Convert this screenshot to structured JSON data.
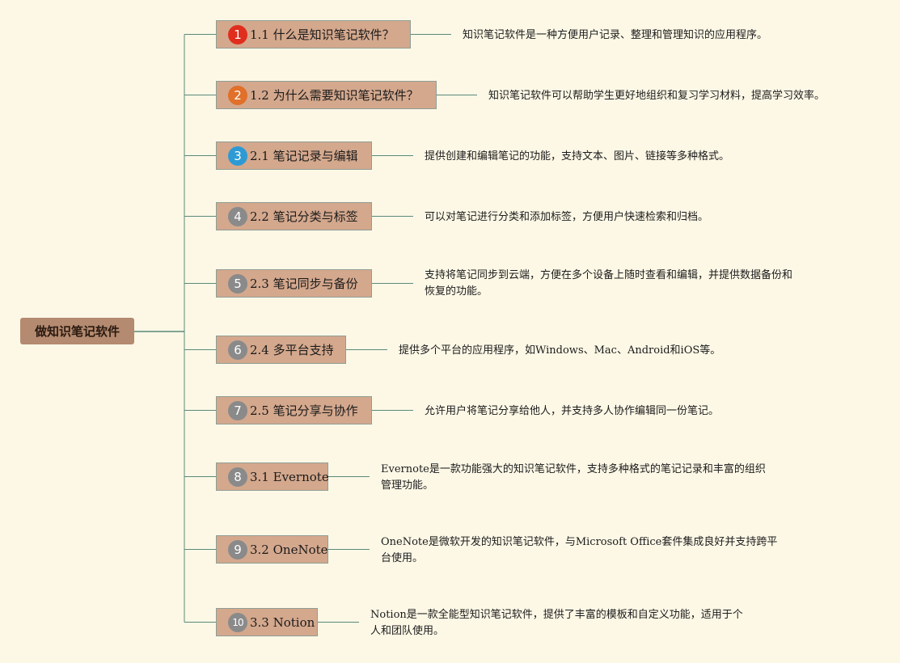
{
  "root": {
    "label": "做知识笔记软件"
  },
  "colors": {
    "background": "#fdf8e6",
    "root_fill": "#b48a70",
    "branch_fill": "#d4a88d",
    "line": "#5a8a7a"
  },
  "nodes": [
    {
      "number": "1",
      "badge_color": "#e02e1e",
      "label": "1.1 什么是知识笔记软件？",
      "description": [
        "知识笔记软件是一种方便用户记录、整理和管理知识的应用程序。"
      ]
    },
    {
      "number": "2",
      "badge_color": "#e0702a",
      "label": "1.2 为什么需要知识笔记软件？",
      "description": [
        "知识笔记软件可以帮助学生更好地组织和复习学习材料，提高学习效率。"
      ]
    },
    {
      "number": "3",
      "badge_color": "#2e9ad4",
      "label": "2.1 笔记记录与编辑",
      "description": [
        "提供创建和编辑笔记的功能，支持文本、图片、链接等多种格式。"
      ]
    },
    {
      "number": "4",
      "badge_color": "#8a8a8a",
      "label": "2.2 笔记分类与标签",
      "description": [
        "可以对笔记进行分类和添加标签，方便用户快速检索和归档。"
      ]
    },
    {
      "number": "5",
      "badge_color": "#8a8a8a",
      "label": "2.3 笔记同步与备份",
      "description": [
        "支持将笔记同步到云端，方便在多个设备上随时查看和编辑，并提供数据备份和",
        "恢复的功能。"
      ]
    },
    {
      "number": "6",
      "badge_color": "#8a8a8a",
      "label": "2.4 多平台支持",
      "description": [
        "提供多个平台的应用程序，如Windows、Mac、Android和iOS等。"
      ]
    },
    {
      "number": "7",
      "badge_color": "#8a8a8a",
      "label": "2.5 笔记分享与协作",
      "description": [
        "允许用户将笔记分享给他人，并支持多人协作编辑同一份笔记。"
      ]
    },
    {
      "number": "8",
      "badge_color": "#8a8a8a",
      "label": "3.1 Evernote",
      "description": [
        "Evernote是一款功能强大的知识笔记软件，支持多种格式的笔记记录和丰富的组织",
        "管理功能。"
      ]
    },
    {
      "number": "9",
      "badge_color": "#8a8a8a",
      "label": "3.2 OneNote",
      "description": [
        "OneNote是微软开发的知识笔记软件，与Microsoft Office套件集成良好并支持跨平",
        "台使用。"
      ]
    },
    {
      "number": "10",
      "badge_color": "#8a8a8a",
      "label": "3.3 Notion",
      "description": [
        "Notion是一款全能型知识笔记软件，提供了丰富的模板和自定义功能，适用于个",
        "人和团队使用。"
      ]
    }
  ]
}
